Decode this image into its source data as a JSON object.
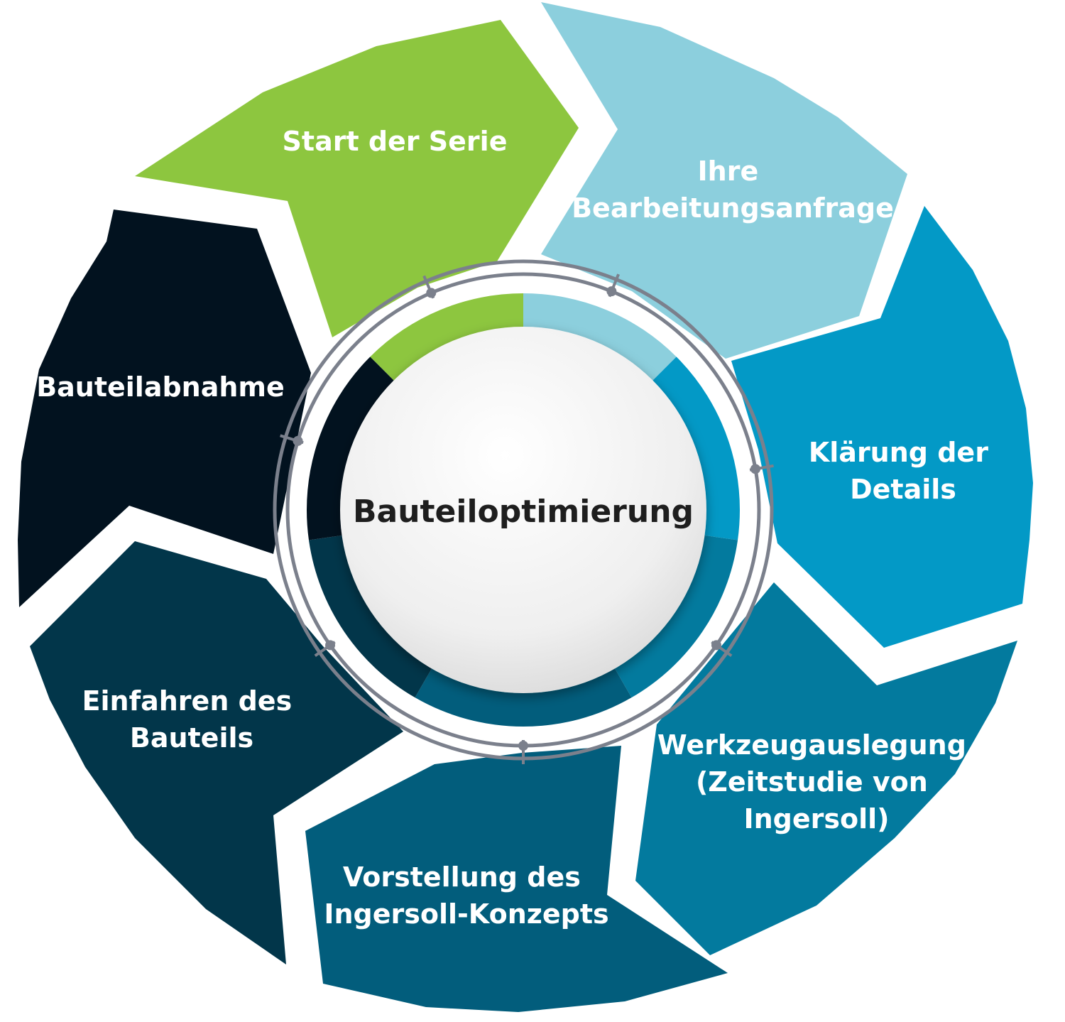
{
  "diagram": {
    "center": {
      "title": "Bauteiloptimierung"
    },
    "steps": [
      {
        "key": "start",
        "color": "#8dc63f",
        "lines": [
          "Start der Serie"
        ]
      },
      {
        "key": "anfrage",
        "color": "#8ccfdd",
        "lines": [
          "Ihre",
          "Bearbeitungsanfrage"
        ]
      },
      {
        "key": "klaerung",
        "color": "#0399c6",
        "lines": [
          "Klärung der",
          "Details"
        ]
      },
      {
        "key": "werkzeug",
        "color": "#037a9e",
        "lines": [
          "Werkzeugauslegung",
          "(Zeitstudie von",
          "Ingersoll)"
        ]
      },
      {
        "key": "vorstellung",
        "color": "#025d7c",
        "lines": [
          "Vorstellung des",
          "Ingersoll-Konzepts"
        ]
      },
      {
        "key": "einfahren",
        "color": "#02364a",
        "lines": [
          "Einfahren des",
          "Bauteils"
        ]
      },
      {
        "key": "abnahme",
        "color": "#02121f",
        "lines": [
          "Bauteilabnahme"
        ]
      }
    ],
    "ring_color": "#7b808c"
  }
}
